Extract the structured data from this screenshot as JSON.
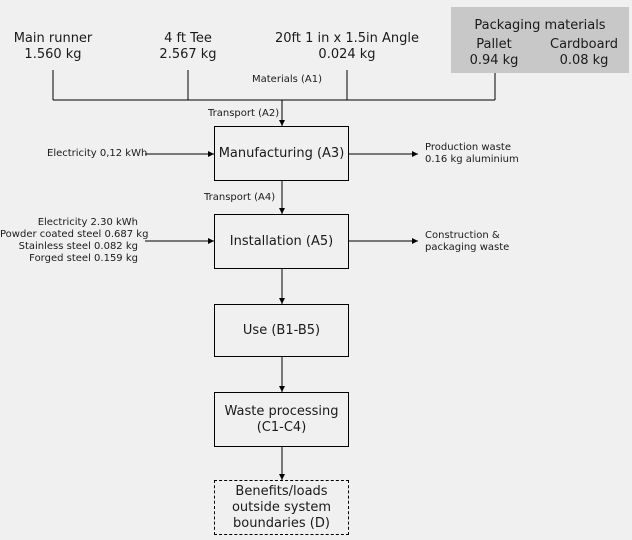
{
  "materials": [
    {
      "name": "Main runner",
      "mass": "1.560 kg"
    },
    {
      "name": "4 ft Tee",
      "mass": "2.567 kg"
    },
    {
      "name": "20ft 1 in x 1.5in Angle",
      "mass": "0.024 kg"
    }
  ],
  "packaging": {
    "title": "Packaging materials",
    "items": [
      {
        "name": "Pallet",
        "mass": "0.94 kg"
      },
      {
        "name": "Cardboard",
        "mass": "0.08 kg"
      }
    ]
  },
  "labels": {
    "materials_a1": "Materials (A1)",
    "transport_a2": "Transport (A2)",
    "transport_a4": "Transport (A4)"
  },
  "stages": {
    "a3": "Manufacturing (A3)",
    "a5": "Installation (A5)",
    "b": "Use (B1-B5)",
    "c_line1": "Waste processing",
    "c_line2": "(C1-C4)",
    "d_line1": "Benefits/loads",
    "d_line2": "outside system",
    "d_line3": "boundaries (D)"
  },
  "inputs": {
    "a3": "Electricity 0,12 kWh",
    "a5": [
      "Electricity 2.30 kWh",
      "Powder coated steel 0.687 kg",
      "Stainless steel 0.082 kg",
      "Forged steel 0.159 kg"
    ]
  },
  "outputs": {
    "a3": [
      "Production waste",
      "0.16 kg aluminium"
    ],
    "a5": [
      "Construction &",
      "packaging waste"
    ]
  }
}
